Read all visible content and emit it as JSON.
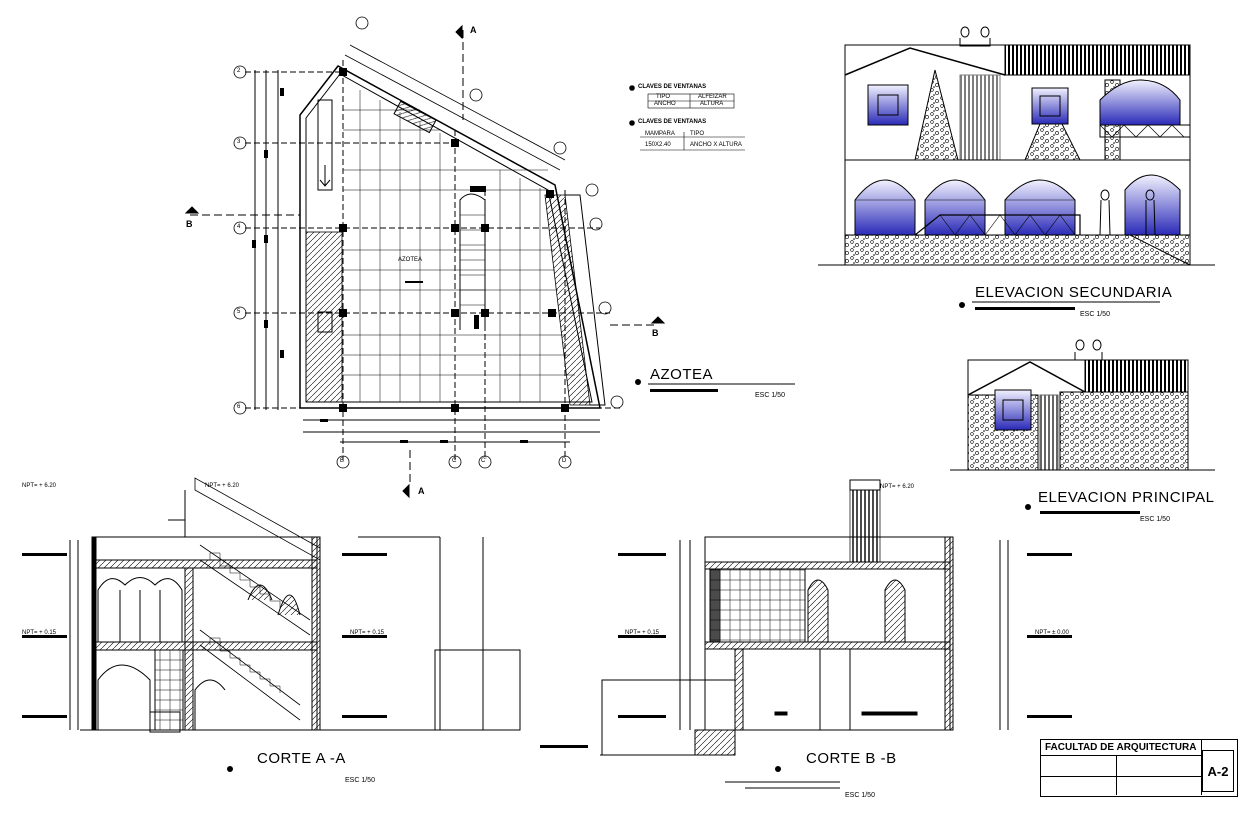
{
  "plan": {
    "title": "AZOTEA",
    "scale": "ESC 1/50",
    "room_label": "AZOTEA",
    "grid_rows": [
      "2",
      "3",
      "4",
      "5",
      "6"
    ],
    "grid_cols": [
      "B",
      "C",
      "C'",
      "D"
    ],
    "section_marks": [
      "A",
      "A",
      "B",
      "B"
    ]
  },
  "legend": {
    "doors_title": "CLAVES DE VENTANAS",
    "doors_cols": [
      "TIPO",
      "ALFEIZAR",
      "ANCHO",
      "ALTURA"
    ],
    "mamparas_title": "CLAVES DE VENTANAS",
    "mamparas_cols": [
      "MAMPARA",
      "TIPO"
    ],
    "mamparas_row": [
      "150X2.40",
      "ANCHO X ALTURA"
    ]
  },
  "elev_sec": {
    "title": "ELEVACION SECUNDARIA",
    "scale": "ESC 1/50"
  },
  "elev_pri": {
    "title": "ELEVACION PRINCIPAL",
    "scale": "ESC 1/50"
  },
  "corte_a": {
    "title": "CORTE A -A",
    "scale": "ESC 1/50",
    "levels": [
      "NPT= + 6.20",
      "NPT= + 6.20",
      "NPT= + 0.15",
      "NPT= + 0.15"
    ]
  },
  "corte_b": {
    "title": "CORTE B -B",
    "scale": "ESC 1/50",
    "levels": [
      "NPT= + 6.20",
      "NPT= + 0.15",
      "NPT= ± 0.00"
    ]
  },
  "title_block": {
    "school": "FACULTAD DE ARQUITECTURA",
    "sheet": "A-2"
  },
  "colors": {
    "line": "#000000",
    "glass": "#3a3ac8",
    "glass_light": "#e8e8ff"
  }
}
